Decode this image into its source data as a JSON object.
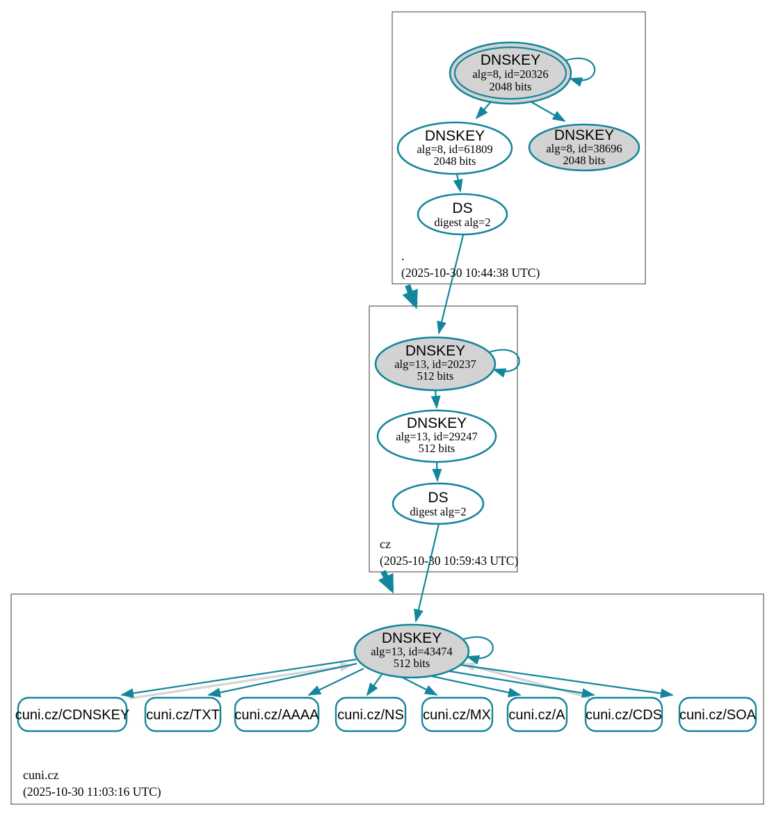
{
  "zones": {
    "root": {
      "label": ".",
      "timestamp": "(2025-10-30 10:44:38 UTC)",
      "ksk": {
        "title": "DNSKEY",
        "detail": "alg=8, id=20326",
        "bits": "2048 bits"
      },
      "zsk": {
        "title": "DNSKEY",
        "detail": "alg=8, id=61809",
        "bits": "2048 bits"
      },
      "key_other": {
        "title": "DNSKEY",
        "detail": "alg=8, id=38696",
        "bits": "2048 bits"
      },
      "ds": {
        "title": "DS",
        "detail": "digest alg=2"
      }
    },
    "cz": {
      "label": "cz",
      "timestamp": "(2025-10-30 10:59:43 UTC)",
      "ksk": {
        "title": "DNSKEY",
        "detail": "alg=13, id=20237",
        "bits": "512 bits"
      },
      "zsk": {
        "title": "DNSKEY",
        "detail": "alg=13, id=29247",
        "bits": "512 bits"
      },
      "ds": {
        "title": "DS",
        "detail": "digest alg=2"
      }
    },
    "cuni": {
      "label": "cuni.cz",
      "timestamp": "(2025-10-30 11:03:16 UTC)",
      "ksk": {
        "title": "DNSKEY",
        "detail": "alg=13, id=43474",
        "bits": "512 bits"
      },
      "rrsets": [
        {
          "label": "cuni.cz/CDNSKEY"
        },
        {
          "label": "cuni.cz/TXT"
        },
        {
          "label": "cuni.cz/AAAA"
        },
        {
          "label": "cuni.cz/NS"
        },
        {
          "label": "cuni.cz/MX"
        },
        {
          "label": "cuni.cz/A"
        },
        {
          "label": "cuni.cz/CDS"
        },
        {
          "label": "cuni.cz/SOA"
        }
      ]
    }
  },
  "colors": {
    "edge_secure": "#12869a",
    "node_fill_ksk": "#d3d3d3",
    "edge_non_authoritative": "#d6d6d6",
    "zone_border": "#3b3b3b"
  }
}
